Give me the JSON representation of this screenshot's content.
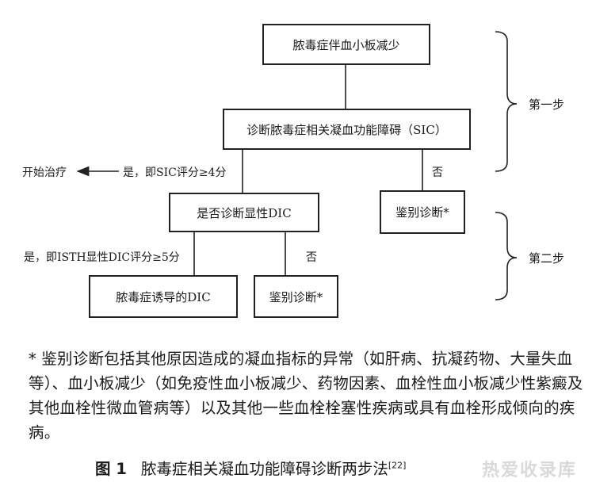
{
  "flowchart": {
    "nodes": {
      "sepsis_thrombocytopenia": "脓毒症伴血小板减少",
      "sic_diagnosis": "诊断脓毒症相关凝血功能障碍（SIC）",
      "overt_dic_question": "是否诊断显性DIC",
      "differential_1": "鉴别诊断*",
      "sepsis_induced_dic": "脓毒症诱导的DIC",
      "differential_2": "鉴别诊断*",
      "start_treatment": "开始治疗"
    },
    "edges": {
      "sic_yes": "是，即SIC评分≥4分",
      "sic_no": "否",
      "isth_yes": "是，即ISTH显性DIC评分≥5分",
      "isth_no": "否"
    },
    "steps": {
      "step1": "第一步",
      "step2": "第二步"
    }
  },
  "footnote": "* 鉴别诊断包括其他原因造成的凝血指标的异常（如肝病、抗凝药物、大量失血等）、血小板减少（如免疫性血小板减少、药物因素、血栓性血小板减少性紫癜及其他血栓性微血管病等）以及其他一些血栓栓塞性疾病或具有血栓形成倾向的疾病。",
  "caption": {
    "label": "图 1",
    "title": "脓毒症相关凝血功能障碍诊断两步法",
    "ref": "[22]"
  },
  "watermark": "热爱收录库"
}
